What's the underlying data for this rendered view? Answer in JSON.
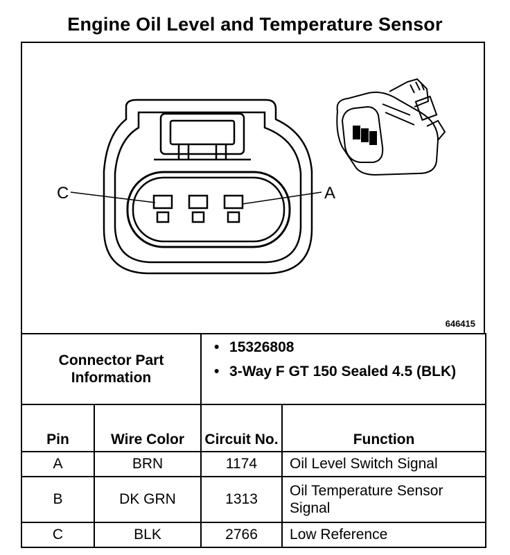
{
  "title": "Engine Oil Level and Temperature Sensor",
  "figure_id": "646415",
  "diagram": {
    "label_c": "C",
    "label_a": "A"
  },
  "connector": {
    "label": "Connector Part Information",
    "details": [
      "15326808",
      "3-Way F GT 150 Sealed 4.5 (BLK)"
    ]
  },
  "table": {
    "headers": {
      "pin": "Pin",
      "wire_color": "Wire Color",
      "circuit_no": "Circuit No.",
      "function": "Function"
    },
    "rows": [
      {
        "pin": "A",
        "wire_color": "BRN",
        "circuit_no": "1174",
        "function": "Oil Level Switch Signal"
      },
      {
        "pin": "B",
        "wire_color": "DK GRN",
        "circuit_no": "1313",
        "function": "Oil Temperature Sensor Signal"
      },
      {
        "pin": "C",
        "wire_color": "BLK",
        "circuit_no": "2766",
        "function": "Low Reference"
      }
    ]
  }
}
